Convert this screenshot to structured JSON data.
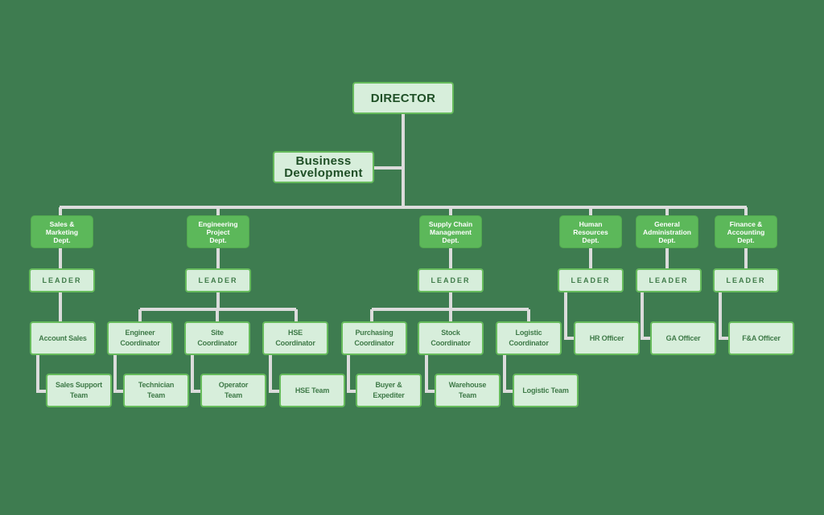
{
  "colors": {
    "background": "#3e7c50",
    "box": "#d7eedb",
    "dept": "#5cb85a",
    "line": "#dddddd"
  },
  "director": "DIRECTOR",
  "business_development": "Business\nDevelopment",
  "departments": [
    {
      "name": "Sales &\nMarketing\nDept.",
      "leader": "LEADER",
      "roles": [
        {
          "title": "Account Sales",
          "team": "Sales Support\nTeam"
        }
      ]
    },
    {
      "name": "Engineering\nProject\nDept.",
      "leader": "LEADER",
      "roles": [
        {
          "title": "Engineer\nCoordinator",
          "team": "Technician\nTeam"
        },
        {
          "title": "Site\nCoordinator",
          "team": "Operator\nTeam"
        },
        {
          "title": "HSE\nCoordinator",
          "team": "HSE Team"
        }
      ]
    },
    {
      "name": "Supply Chain\nManagement\nDept.",
      "leader": "LEADER",
      "roles": [
        {
          "title": "Purchasing\nCoordinator",
          "team": "Buyer &\nExpediter"
        },
        {
          "title": "Stock\nCoordinator",
          "team": "Warehouse\nTeam"
        },
        {
          "title": "Logistic\nCoordinator",
          "team": "Logistic Team"
        }
      ]
    },
    {
      "name": "Human\nResources\nDept.",
      "leader": "LEADER",
      "roles": [
        {
          "title": "HR Officer"
        }
      ]
    },
    {
      "name": "General\nAdministration\nDept.",
      "leader": "LEADER",
      "roles": [
        {
          "title": "GA Officer"
        }
      ]
    },
    {
      "name": "Finance &\nAccounting\nDept.",
      "leader": "LEADER",
      "roles": [
        {
          "title": "F&A Officer"
        }
      ]
    }
  ]
}
